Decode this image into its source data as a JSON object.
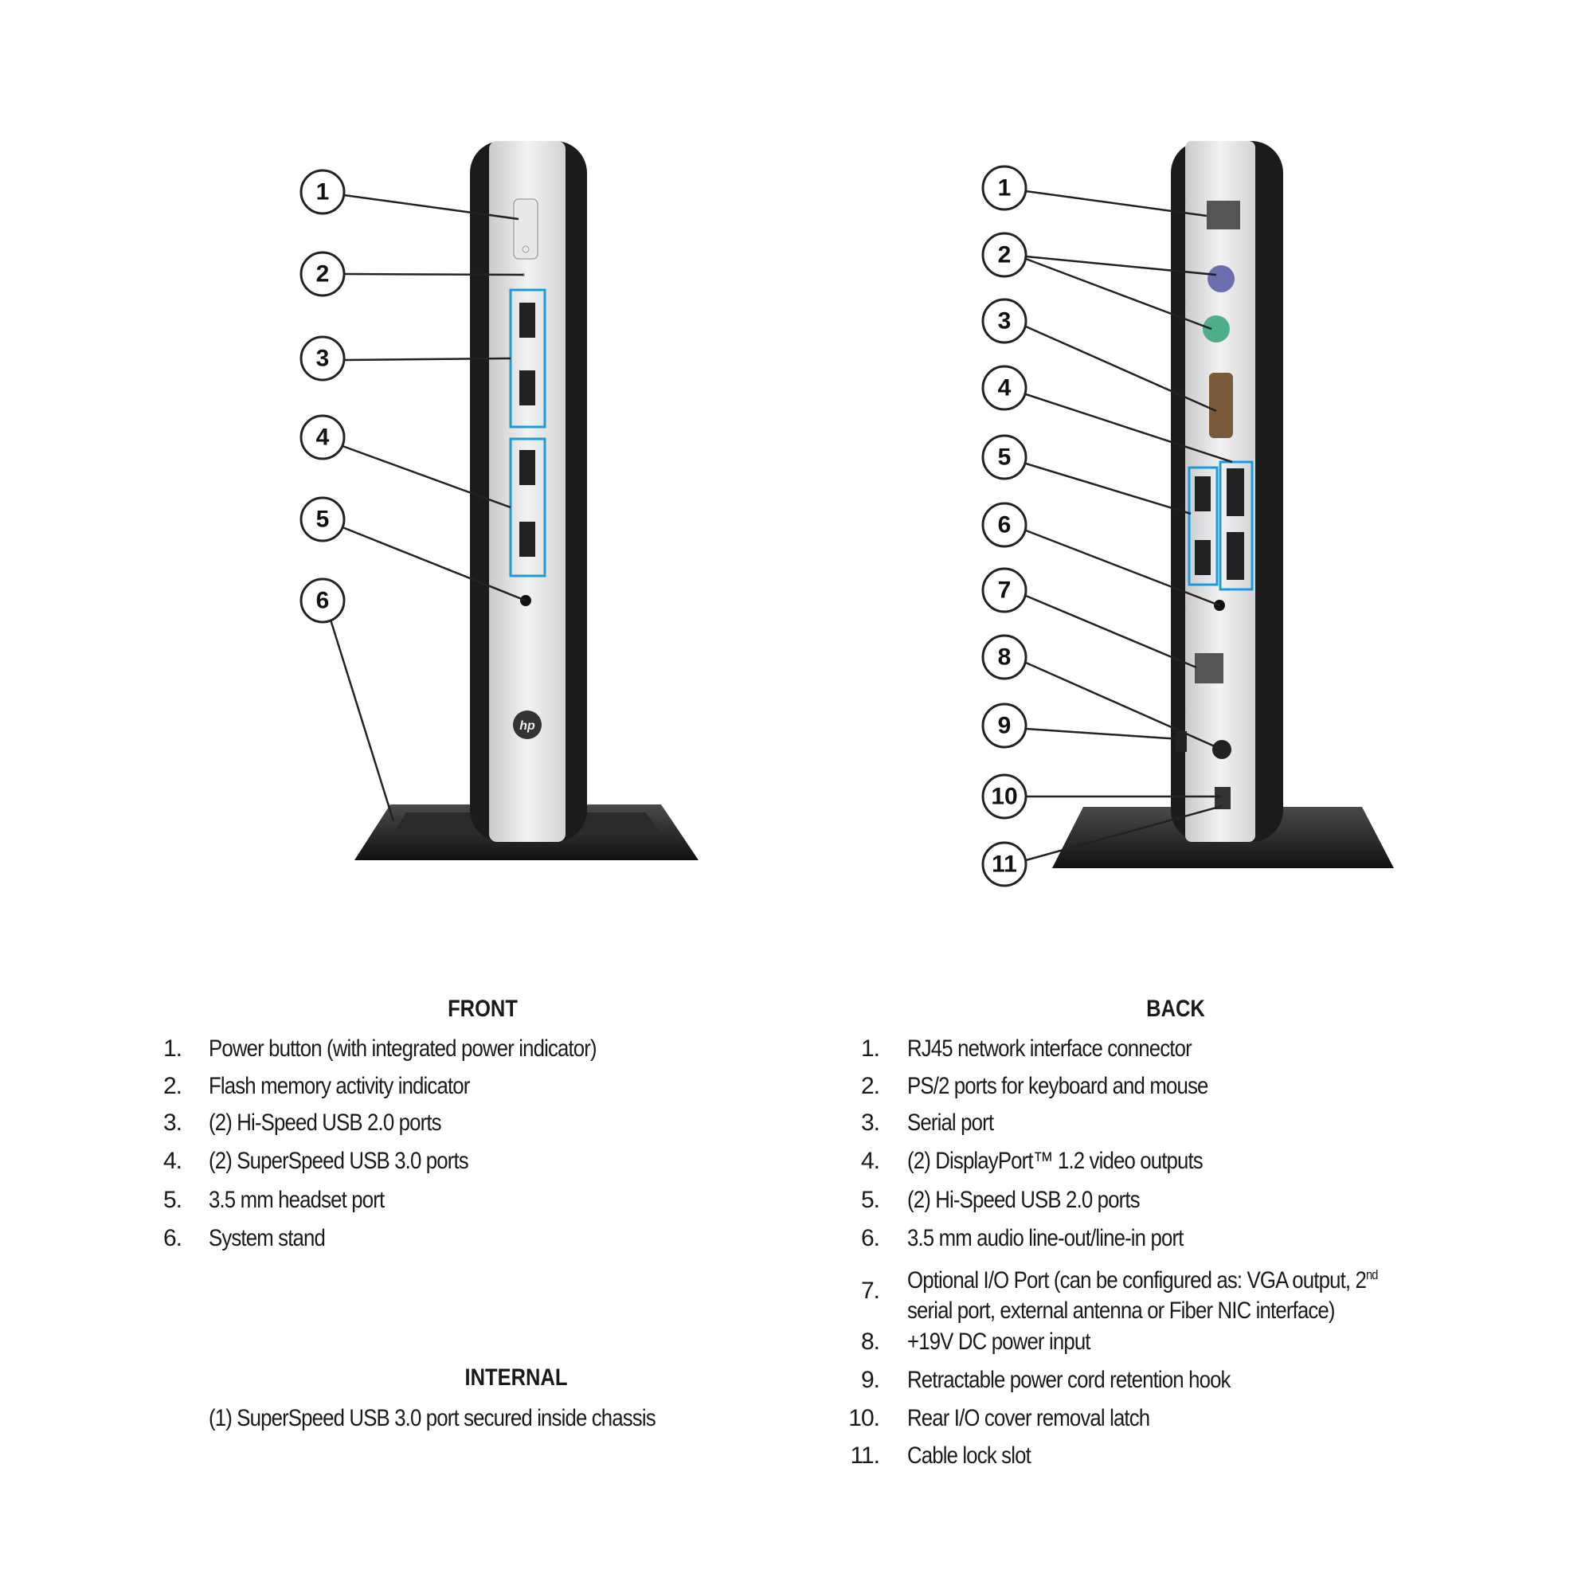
{
  "front_view": {
    "callouts": [
      "1",
      "2",
      "3",
      "4",
      "5",
      "6"
    ],
    "logo": "hp"
  },
  "back_view": {
    "callouts": [
      "1",
      "2",
      "3",
      "4",
      "5",
      "6",
      "7",
      "8",
      "9",
      "10",
      "11"
    ]
  },
  "colors": {
    "highlight": "#1e9bd7",
    "chassis_dark": "#1c1c1c",
    "chassis_silver": "#d9dadc"
  },
  "front": {
    "heading": "FRONT",
    "items": [
      {
        "num": "1.",
        "text": "Power button (with integrated power indicator)"
      },
      {
        "num": "2.",
        "text": "Flash memory activity indicator"
      },
      {
        "num": "3.",
        "text": "(2) Hi-Speed USB 2.0 ports"
      },
      {
        "num": "4.",
        "text": "(2) SuperSpeed USB 3.0 ports"
      },
      {
        "num": "5.",
        "text": "3.5 mm headset port"
      },
      {
        "num": "6.",
        "text": "System stand"
      }
    ]
  },
  "internal": {
    "heading": "INTERNAL",
    "text": "(1) SuperSpeed USB 3.0 port secured inside chassis"
  },
  "back": {
    "heading": "BACK",
    "items": [
      {
        "num": "1.",
        "text": "RJ45 network interface connector"
      },
      {
        "num": "2.",
        "text": "PS/2 ports for keyboard and mouse"
      },
      {
        "num": "3.",
        "text": "Serial port"
      },
      {
        "num": "4.",
        "text": "(2) DisplayPort™ 1.2 video outputs"
      },
      {
        "num": "5.",
        "text": "(2) Hi-Speed USB 2.0 ports"
      },
      {
        "num": "6.",
        "text": "3.5 mm audio line-out/line-in port"
      },
      {
        "num": "7.",
        "text": "Optional I/O Port (can be configured as: VGA output, 2",
        "sup": "nd",
        "text2": "serial port, external antenna or Fiber NIC interface)"
      },
      {
        "num": "8.",
        "text": "+19V DC power input"
      },
      {
        "num": "9.",
        "text": "Retractable power cord retention hook"
      },
      {
        "num": "10.",
        "text": "Rear I/O cover removal latch"
      },
      {
        "num": "11.",
        "text": "Cable lock slot"
      }
    ]
  }
}
